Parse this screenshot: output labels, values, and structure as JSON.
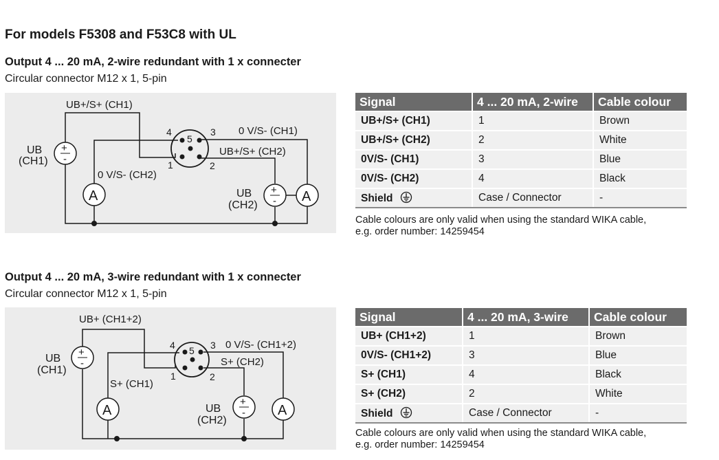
{
  "page_title": "For models F5308 and F53C8 with UL",
  "sections": [
    {
      "subtitle": "Output 4 ... 20 mA, 2-wire redundant with 1 x connecter",
      "connector": "Circular connector M12 x 1, 5-pin",
      "diagram": {
        "top_wire_label": "UB+/S+ (CH1)",
        "pin4": "4",
        "pin5": "5",
        "pin3": "3",
        "pin1": "1",
        "pin2": "2",
        "right_label_1": "0 V/S- (CH1)",
        "right_label_2": "UB+/S+ (CH2)",
        "left_mid_label": "0 V/S- (CH2)",
        "supply1_line1": "UB",
        "supply1_line2": "(CH1)",
        "supply2_line1": "UB",
        "supply2_line2": "(CH2)",
        "plus": "+",
        "minus": "-",
        "ammeter": "A"
      },
      "table": {
        "headers": [
          "Signal",
          "4 ... 20 mA, 2-wire",
          "Cable colour"
        ],
        "rows": [
          [
            "UB+/S+ (CH1)",
            "1",
            "Brown"
          ],
          [
            "UB+/S+ (CH2)",
            "2",
            "White"
          ],
          [
            "0V/S- (CH1)",
            "3",
            "Blue"
          ],
          [
            "0V/S- (CH2)",
            "4",
            "Black"
          ],
          [
            "Shield",
            "Case / Connector",
            "-"
          ]
        ]
      },
      "note_line1": "Cable colours are only valid when using the standard WIKA cable,",
      "note_line2": "e.g. order number: 14259454"
    },
    {
      "subtitle": "Output 4 ... 20 mA, 3-wire redundant with 1 x connecter",
      "connector": "Circular connector M12 x 1, 5-pin",
      "diagram": {
        "top_wire_label": "UB+ (CH1+2)",
        "pin4": "4",
        "pin5": "5",
        "pin3": "3",
        "pin1": "1",
        "pin2": "2",
        "right_label_1": "0 V/S- (CH1+2)",
        "right_label_2": "S+ (CH2)",
        "left_mid_label": "S+ (CH1)",
        "supply1_line1": "UB",
        "supply1_line2": "(CH1)",
        "supply2_line1": "UB",
        "supply2_line2": "(CH2)",
        "plus": "+",
        "minus": "-",
        "ammeter": "A"
      },
      "table": {
        "headers": [
          "Signal",
          "4 ... 20 mA, 3-wire",
          "Cable colour"
        ],
        "rows": [
          [
            "UB+ (CH1+2)",
            "1",
            "Brown"
          ],
          [
            "0V/S- (CH1+2)",
            "3",
            "Blue"
          ],
          [
            "S+ (CH1)",
            "4",
            "Black"
          ],
          [
            "S+ (CH2)",
            "2",
            "White"
          ],
          [
            "Shield",
            "Case / Connector",
            "-"
          ]
        ]
      },
      "note_line1": "Cable colours are only valid when using the standard WIKA cable,",
      "note_line2": "e.g. order number: 14259454"
    }
  ]
}
